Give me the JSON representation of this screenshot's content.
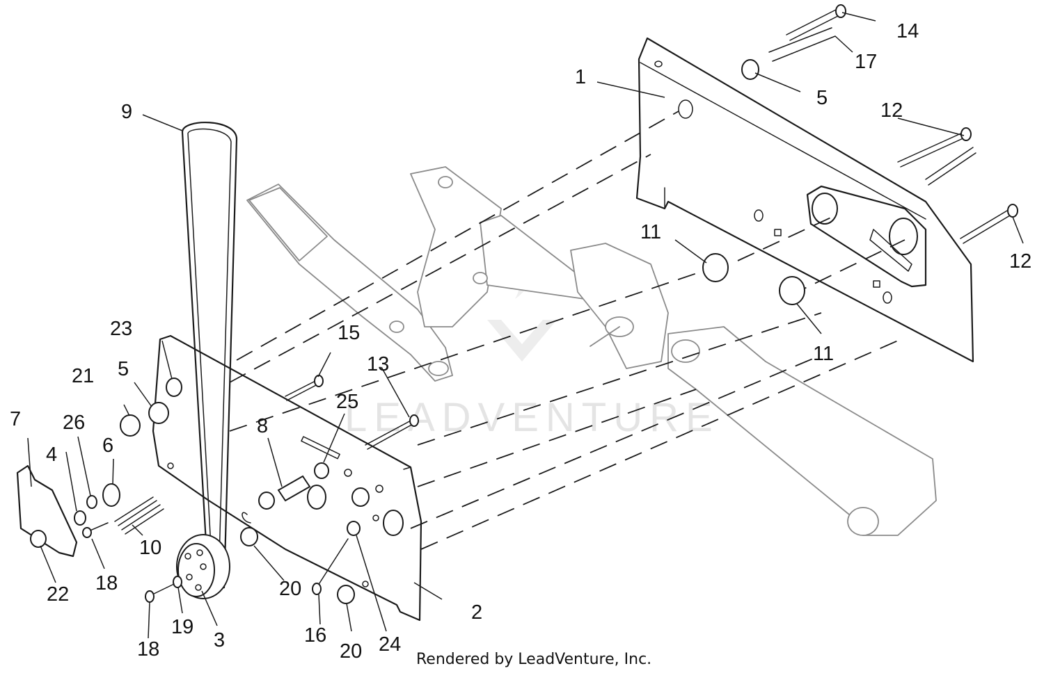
{
  "watermark": "LEADVENTURE",
  "footer": "Rendered by LeadVenture, Inc.",
  "callouts": {
    "c1": "1",
    "c2": "2",
    "c3": "3",
    "c4": "4",
    "c5a": "5",
    "c5b": "5",
    "c6": "6",
    "c7": "7",
    "c8": "8",
    "c9": "9",
    "c10": "10",
    "c11a": "11",
    "c11b": "11",
    "c12a": "12",
    "c12b": "12",
    "c13": "13",
    "c14": "14",
    "c15": "15",
    "c16": "16",
    "c17": "17",
    "c18a": "18",
    "c18b": "18",
    "c19": "19",
    "c20a": "20",
    "c20b": "20",
    "c21": "21",
    "c22": "22",
    "c23": "23",
    "c24": "24",
    "c25": "25",
    "c26": "26"
  }
}
